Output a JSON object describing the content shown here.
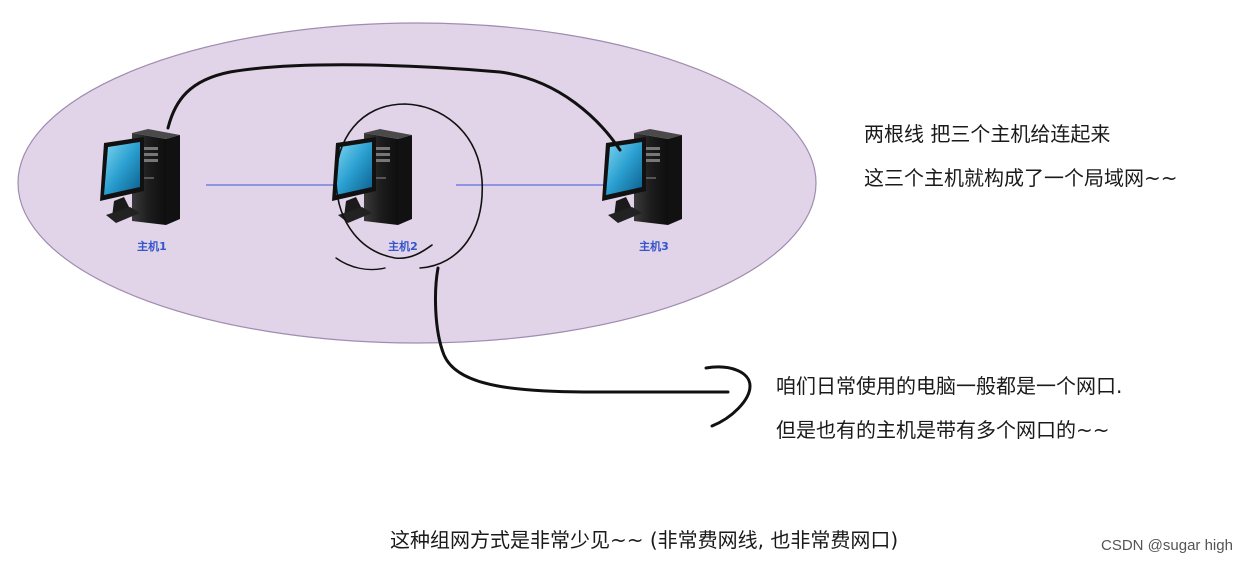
{
  "hosts": [
    {
      "label": "主机1"
    },
    {
      "label": "主机2"
    },
    {
      "label": "主机3"
    }
  ],
  "annotations": {
    "top_right": [
      "两根线 把三个主机给连起来",
      "这三个主机就构成了一个局域网~~"
    ],
    "middle_right": [
      "咱们日常使用的电脑一般都是一个网口.",
      "但是也有的主机是带有多个网口的~~"
    ],
    "bottom": "这种组网方式是非常少见~~ (非常费网线, 也非常费网口)"
  },
  "watermark": "CSDN @sugar high",
  "colors": {
    "lan_fill": "#e2d4e8",
    "lan_stroke": "#a08cb0",
    "cable": "#5b6fe0",
    "ink": "#111111",
    "label": "#3355cc"
  }
}
